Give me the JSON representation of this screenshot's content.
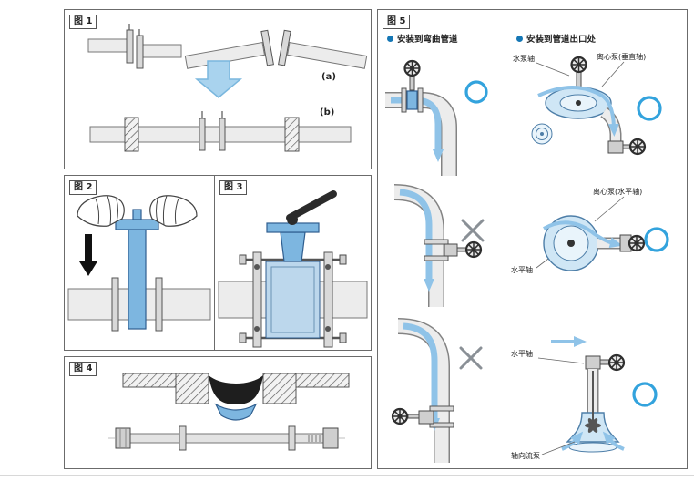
{
  "figures": {
    "fig1": {
      "label": "图 1",
      "sub_a": "(a)",
      "sub_b": "(b)"
    },
    "fig2": {
      "label": "图 2"
    },
    "fig3": {
      "label": "图 3"
    },
    "fig4": {
      "label": "图 4"
    },
    "fig5": {
      "label": "图 5",
      "header_left": "安装到弯曲管道",
      "header_right": "安装到管道出口处",
      "left_column_results": [
        "correct",
        "incorrect",
        "incorrect"
      ],
      "right_column_results": [
        "correct",
        "correct",
        "correct"
      ],
      "labels": {
        "pump_shaft": "水泵轴",
        "centrifugal_vertical": "离心泵(垂直轴)",
        "centrifugal_horizontal": "离心泵(水平轴)",
        "horizontal_shaft_mid": "水平轴",
        "horizontal_shaft_bottom": "水平轴",
        "axial_flow_pump": "轴向流泵"
      }
    }
  },
  "colors": {
    "flow_blue": "#8fc3e8",
    "valve_blue": "#7db6e0",
    "mark_ok": "#33a3dd",
    "mark_bad": "#8a9096",
    "bullet_blue": "#1577b5"
  }
}
